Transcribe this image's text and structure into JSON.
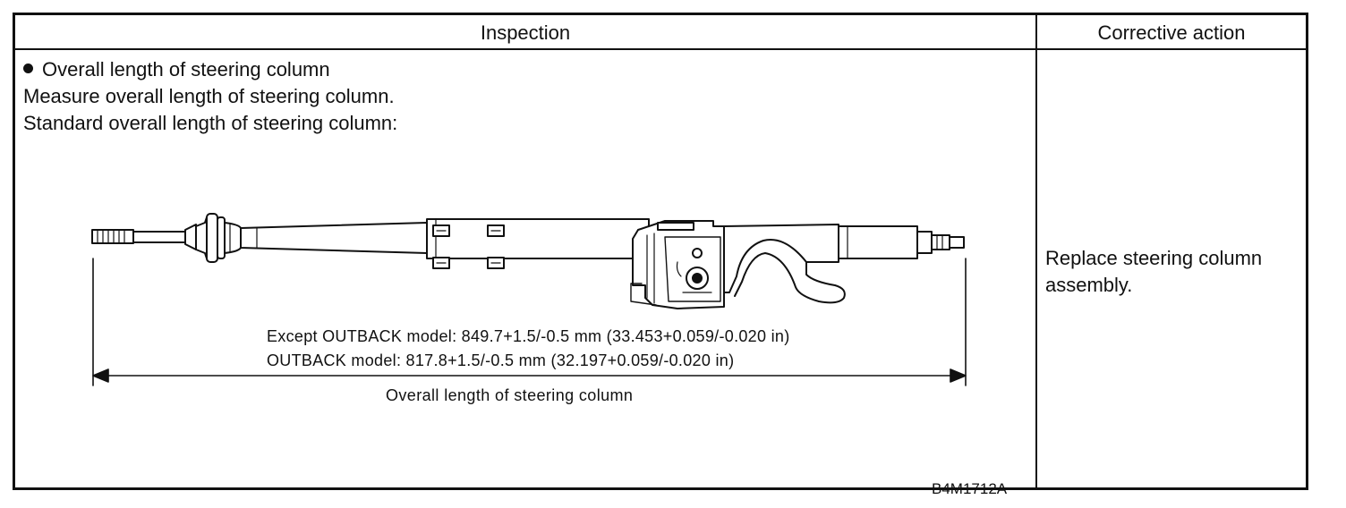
{
  "table": {
    "header_inspection": "Inspection",
    "header_corrective": "Corrective action"
  },
  "inspection": {
    "bullet_title": "Overall length of steering column",
    "line1": "Measure overall length of steering column.",
    "line2": "Standard overall length of steering column:"
  },
  "figure": {
    "spec_except": "Except OUTBACK model: 849.7+1.5/-0.5 mm (33.453+0.059/-0.020 in)",
    "spec_outback": "OUTBACK model: 817.8+1.5/-0.5 mm (32.197+0.059/-0.020 in)",
    "dimension_caption": "Overall length of steering column",
    "figure_code": "B4M1712A"
  },
  "corrective": {
    "text": "Replace steering column assembly."
  }
}
